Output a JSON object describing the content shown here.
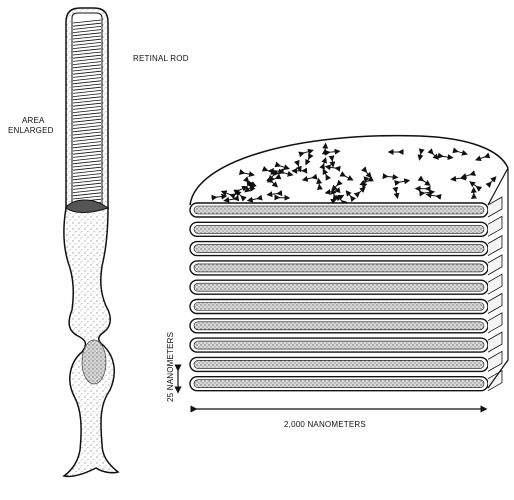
{
  "labels": {
    "retinal_rod": "RETINAL ROD",
    "area_line1": "AREA",
    "area_line2": "ENLARGED",
    "width": "2,000  NANOMETERS",
    "thickness": "25 NANOMETERS"
  },
  "colors": {
    "ink": "#111111",
    "stipple": "#8c8c8c",
    "paper": "#ffffff"
  },
  "disk_stack": {
    "disk_count": 10
  },
  "icons": [
    "double-arrow-icon",
    "rhodopsin-arrow-icon"
  ]
}
